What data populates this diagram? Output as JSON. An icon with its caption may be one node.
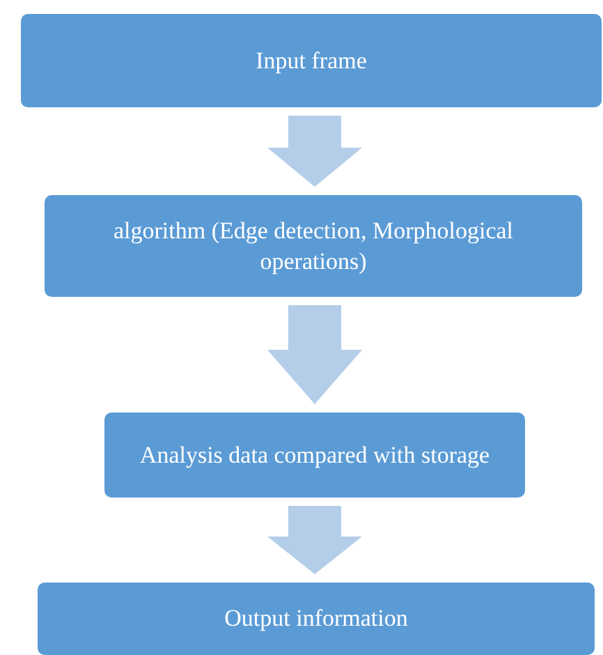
{
  "diagram": {
    "nodes": [
      {
        "text": [
          "Input frame"
        ]
      },
      {
        "text": [
          "algorithm (Edge detection, Morphological operations)"
        ]
      },
      {
        "text": [
          "Analysis data compared with storage"
        ]
      },
      {
        "text": [
          "Output information"
        ]
      }
    ],
    "edges": [
      {
        "from": 0,
        "to": 1,
        "arrow": "to"
      },
      {
        "from": 1,
        "to": 2,
        "arrow": "to"
      },
      {
        "from": 2,
        "to": 3,
        "arrow": "to"
      }
    ]
  }
}
